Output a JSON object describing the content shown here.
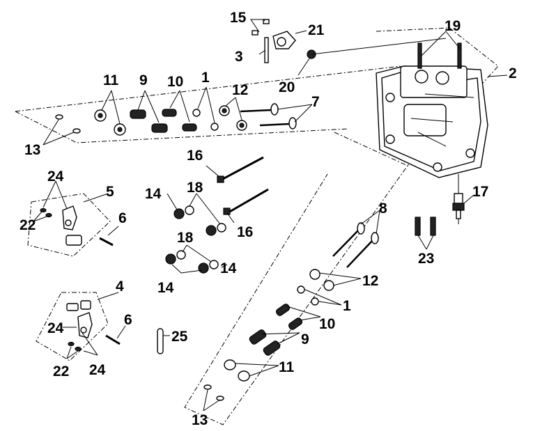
{
  "callouts": {
    "c15": "15",
    "c21": "21",
    "c3": "3",
    "c20": "20",
    "c19": "19",
    "c2": "2",
    "c11a": "11",
    "c9a": "9",
    "c10a": "10",
    "c1a": "1",
    "c12a": "12",
    "c7": "7",
    "c13a": "13",
    "c16a": "16",
    "c16b": "16",
    "c24a": "24",
    "c5": "5",
    "c6a": "6",
    "c22a": "22",
    "c14a": "14",
    "c18a": "18",
    "c18b": "18",
    "c14b": "14",
    "c14c": "14",
    "c17": "17",
    "c8": "8",
    "c23": "23",
    "c12b": "12",
    "c1b": "1",
    "c10b": "10",
    "c9b": "9",
    "c4": "4",
    "c6b": "6",
    "c25": "25",
    "c24b": "24",
    "c22b": "22",
    "c24c": "24",
    "c11b": "11",
    "c13b": "13"
  }
}
